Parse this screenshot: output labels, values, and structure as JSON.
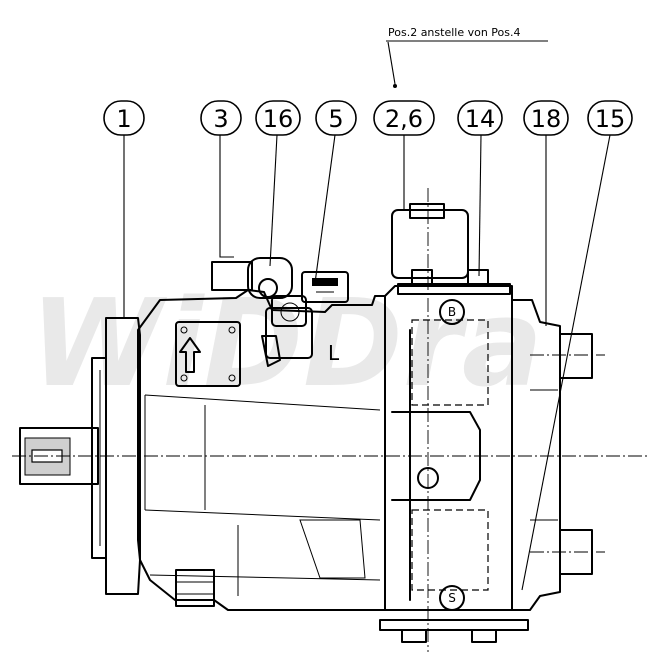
{
  "watermark": "WiDDra",
  "note": "Pos.2 anstelle von Pos.4",
  "callouts": [
    {
      "label": "1"
    },
    {
      "label": "3"
    },
    {
      "label": "16"
    },
    {
      "label": "5"
    },
    {
      "label": "2,6"
    },
    {
      "label": "14"
    },
    {
      "label": "18"
    },
    {
      "label": "15"
    }
  ],
  "port_labels": {
    "b": "B",
    "s": "S",
    "l": "L"
  }
}
